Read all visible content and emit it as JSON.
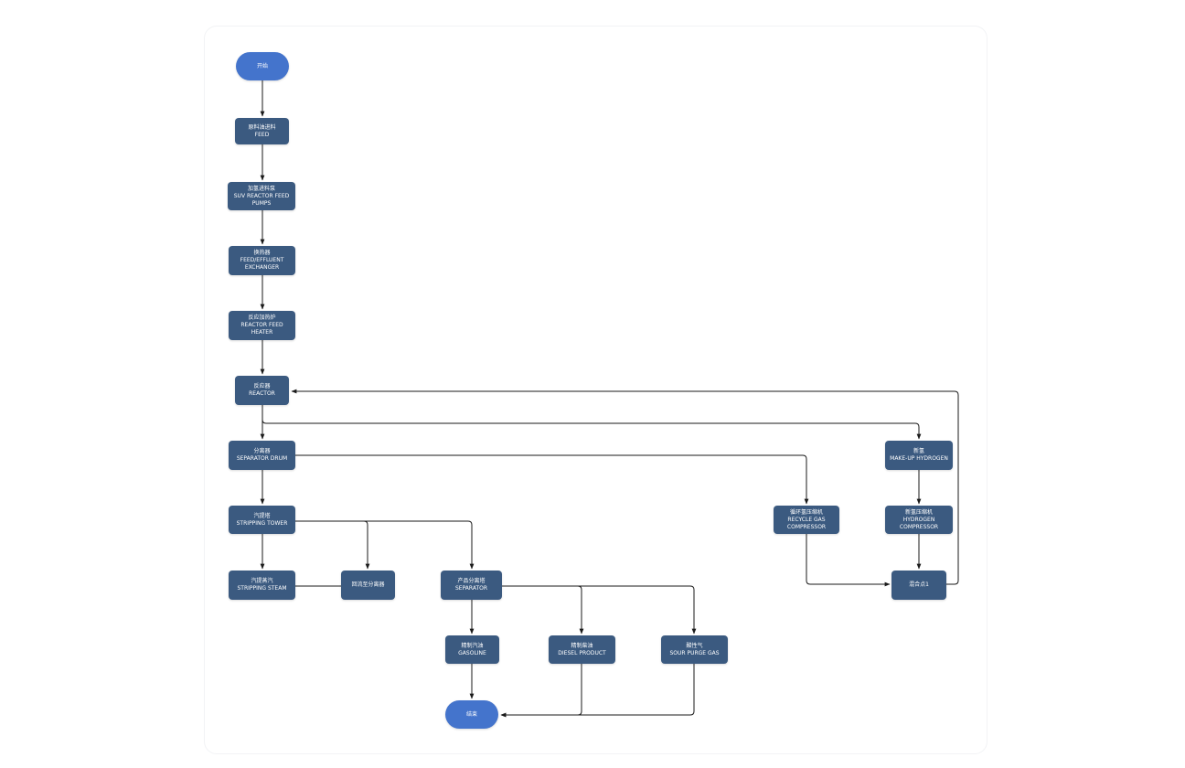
{
  "nodes": {
    "start": {
      "label": "开始"
    },
    "feed": {
      "cn": "原料油进料",
      "en": "FEED"
    },
    "pumps": {
      "cn": "加氢进料泵",
      "en": "SUV REACTOR FEED PUMPS"
    },
    "exchanger": {
      "cn": "换热器",
      "en": "FEED/EFFLUENT EXCHANGER"
    },
    "heater": {
      "cn": "反应加热炉",
      "en": "REACTOR FEED HEATER"
    },
    "reactor": {
      "cn": "反应器",
      "en": "REACTOR"
    },
    "separator_drum": {
      "cn": "分离器",
      "en": "SEPARATOR DRUM"
    },
    "stripping_tower": {
      "cn": "汽提塔",
      "en": "STRIPPING TOWER"
    },
    "stripping_steam": {
      "cn": "汽提蒸汽",
      "en": "STRIPPING STEAM"
    },
    "return_separator": {
      "cn": "回流至分离器"
    },
    "product_separator": {
      "cn": "产品分离塔",
      "en": "SEPARATOR"
    },
    "gasoline": {
      "cn": "精制汽油",
      "en": "GASOLINE"
    },
    "diesel": {
      "cn": "精制柴油",
      "en": "DIESEL PRODUCT"
    },
    "sour_gas": {
      "cn": "酸性气",
      "en": "SOUR PURGE GAS"
    },
    "end": {
      "label": "结束"
    },
    "recycle_compressor": {
      "cn": "循环氢压缩机",
      "en": "RECYCLE GAS COMPRESSOR"
    },
    "makeup_hydrogen": {
      "cn": "新氢",
      "en": "MAKE-UP HYDROGEN"
    },
    "hydrogen_compressor": {
      "cn": "新氢压缩机",
      "en": "HYDROGEN COMPRESSOR"
    },
    "mixing_point": {
      "cn": "混合点1"
    }
  },
  "colors": {
    "process_node": "#3b5a80",
    "terminal_node": "#4474cc",
    "edge": "#1a1a1a"
  }
}
